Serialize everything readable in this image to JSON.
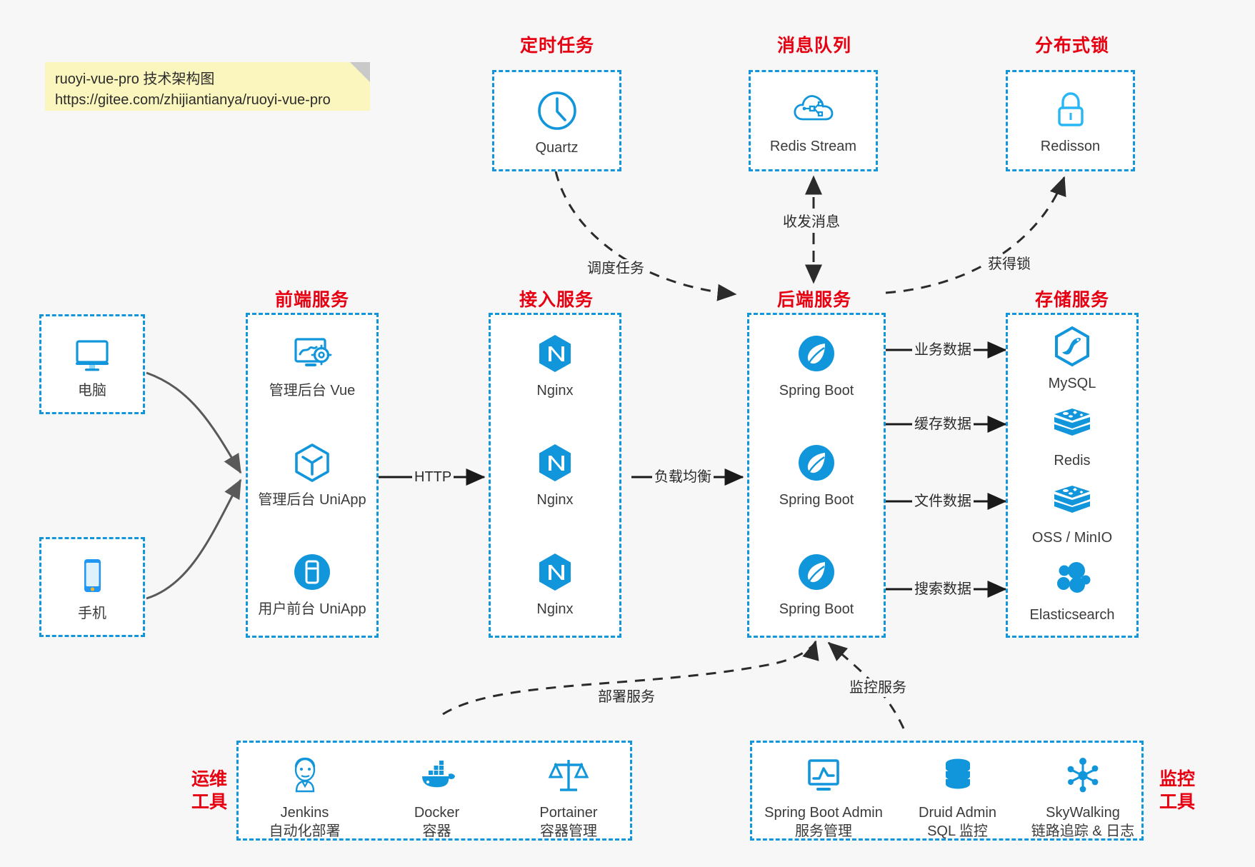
{
  "note": {
    "line1": "ruoyi-vue-pro 技术架构图",
    "line2": "https://gitee.com/zhijiantianya/ruoyi-vue-pro"
  },
  "colors": {
    "accent": "#1296db",
    "title_red": "#e60012",
    "background": "#f7f7f7",
    "box_fill": "#ffffff",
    "note_fill": "#fbf6bd",
    "arrow_solid": "#1a1a1a",
    "arrow_curve": "#595959"
  },
  "groups": {
    "scheduler": {
      "title": "定时任务",
      "nodes": [
        {
          "label": "Quartz",
          "icon": "clock-icon"
        }
      ]
    },
    "mq": {
      "title": "消息队列",
      "nodes": [
        {
          "label": "Redis Stream",
          "icon": "cloud-stream-icon"
        }
      ]
    },
    "lock": {
      "title": "分布式锁",
      "nodes": [
        {
          "label": "Redisson",
          "icon": "lock-icon"
        }
      ]
    },
    "clients": {
      "nodes": [
        {
          "label": "电脑",
          "icon": "desktop-icon"
        },
        {
          "label": "手机",
          "icon": "smartphone-icon"
        }
      ]
    },
    "frontend": {
      "title": "前端服务",
      "nodes": [
        {
          "label": "管理后台 Vue",
          "icon": "dashboard-gear-icon"
        },
        {
          "label": "管理后台 UniApp",
          "icon": "cube-icon"
        },
        {
          "label": "用户前台 UniApp",
          "icon": "mobile-app-icon"
        }
      ]
    },
    "gateway": {
      "title": "接入服务",
      "nodes": [
        {
          "label": "Nginx",
          "icon": "nginx-icon"
        },
        {
          "label": "Nginx",
          "icon": "nginx-icon"
        },
        {
          "label": "Nginx",
          "icon": "nginx-icon"
        }
      ]
    },
    "backend": {
      "title": "后端服务",
      "nodes": [
        {
          "label": "Spring Boot",
          "icon": "spring-boot-icon"
        },
        {
          "label": "Spring Boot",
          "icon": "spring-boot-icon"
        },
        {
          "label": "Spring Boot",
          "icon": "spring-boot-icon"
        }
      ]
    },
    "storage": {
      "title": "存储服务",
      "nodes": [
        {
          "label": "MySQL",
          "icon": "mysql-icon"
        },
        {
          "label": "Redis",
          "icon": "redis-icon"
        },
        {
          "label": "OSS / MinIO",
          "icon": "oss-minio-icon"
        },
        {
          "label": "Elasticsearch",
          "icon": "elasticsearch-icon"
        }
      ]
    },
    "devops": {
      "title_line1": "运维",
      "title_line2": "工具",
      "nodes": [
        {
          "label": "Jenkins",
          "sublabel": "自动化部署",
          "icon": "jenkins-icon"
        },
        {
          "label": "Docker",
          "sublabel": "容器",
          "icon": "docker-icon"
        },
        {
          "label": "Portainer",
          "sublabel": "容器管理",
          "icon": "scales-icon"
        }
      ]
    },
    "monitor": {
      "title_line1": "监控",
      "title_line2": "工具",
      "nodes": [
        {
          "label": "Spring Boot Admin",
          "sublabel": "服务管理",
          "icon": "monitor-chart-icon"
        },
        {
          "label": "Druid Admin",
          "sublabel": "SQL 监控",
          "icon": "database-icon"
        },
        {
          "label": "SkyWalking",
          "sublabel": "链路追踪 & 日志",
          "icon": "skywalking-icon"
        }
      ]
    }
  },
  "edges": {
    "http": "HTTP",
    "load_balance": "负载均衡",
    "schedule_task": "调度任务",
    "mq_messages": "收发消息",
    "acquire_lock": "获得锁",
    "business_data": "业务数据",
    "cache_data": "缓存数据",
    "file_data": "文件数据",
    "search_data": "搜索数据",
    "deploy_service": "部署服务",
    "monitor_service": "监控服务"
  }
}
